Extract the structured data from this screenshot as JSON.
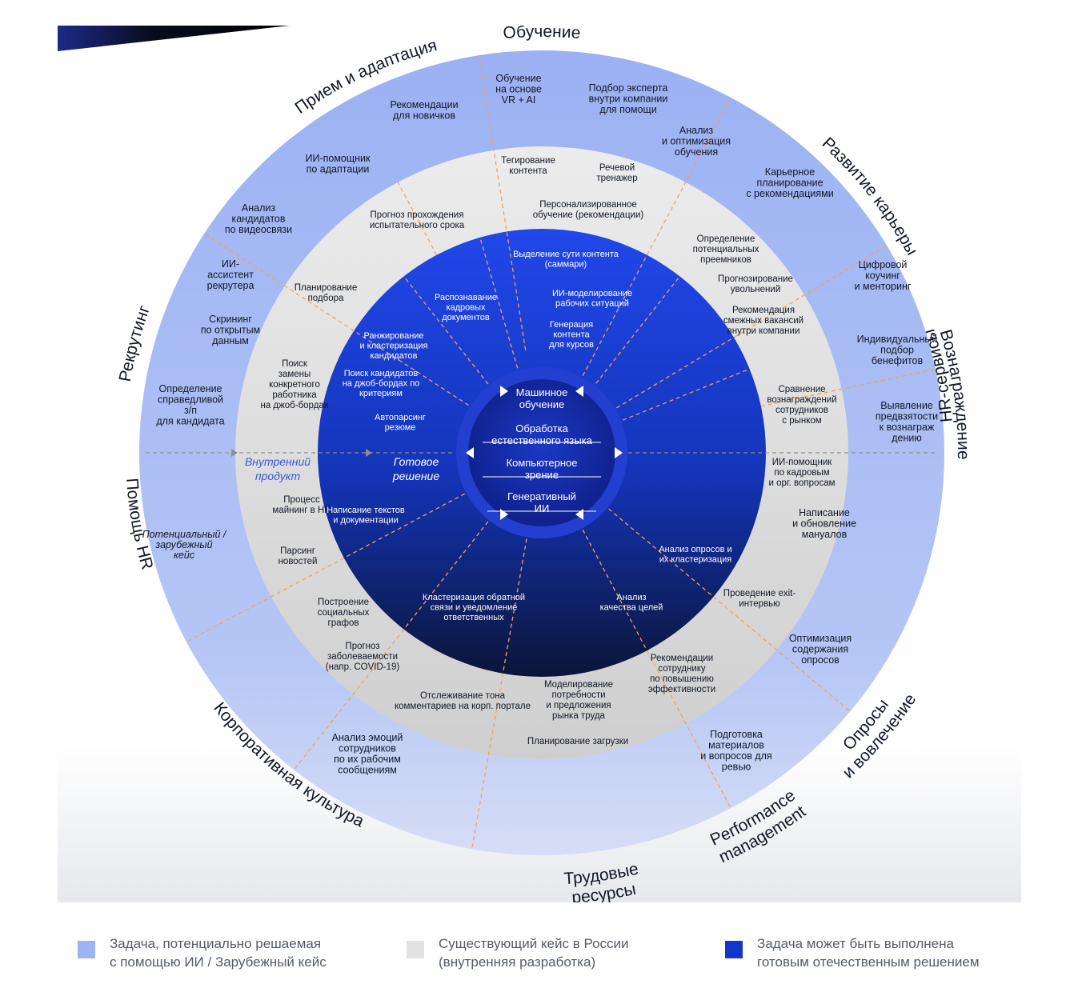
{
  "categories": [
    {
      "id": "obuchenie",
      "label": "Обучение"
    },
    {
      "id": "razvitie",
      "label": "Развитие карьеры"
    },
    {
      "id": "voznagrazhdenie",
      "label": "Вознаграждение"
    },
    {
      "id": "hrservisy",
      "label": "HR-сервисы"
    },
    {
      "id": "oprosy",
      "label": "Опросы\nи вовлечение"
    },
    {
      "id": "performance",
      "label": "Performance\nmanagement"
    },
    {
      "id": "trudovye",
      "label": "Трудовые\nресурсы"
    },
    {
      "id": "korporativnaya",
      "label": "Корпоративная культура"
    },
    {
      "id": "pomosch",
      "label": "Помощь HR"
    },
    {
      "id": "rekruting",
      "label": "Рекрутинг"
    },
    {
      "id": "priem",
      "label": "Прием и адаптация"
    }
  ],
  "core": {
    "items": [
      "Машинное\nобучение",
      "Обработка\nестественного языка",
      "Компьютерное\nзрение",
      "Генеративный\nИИ"
    ]
  },
  "ring_labels": {
    "internal_product": "Внутренний\nпродукт",
    "ready_solution": "Готовое\nрешение",
    "foreign_case": "Потенциальный /\nзарубежный\nкейс"
  },
  "outer_items": [
    {
      "id": "vr",
      "text": "Обучение\nна основе\nVR + AI"
    },
    {
      "id": "expert",
      "text": "Подбор эксперта\nвнутри компании\nдля помощи"
    },
    {
      "id": "analysis-learning",
      "text": "Анализ\nи оптимизация\nобучения"
    },
    {
      "id": "career-planning",
      "text": "Карьерное\nпланирование\nс рекомендациями"
    },
    {
      "id": "coaching",
      "text": "Цифровой\nкоучинг\nи менторинг"
    },
    {
      "id": "benefits",
      "text": "Индивидуальный\nподбор\nбенефитов"
    },
    {
      "id": "bias",
      "text": "Выявление\nпредвзятости\nк вознаграж\nдению"
    },
    {
      "id": "manuals",
      "text": "Написание\nи обновление\nмануалов"
    },
    {
      "id": "survey-opt",
      "text": "Оптимизация\nсодержания\nопросов"
    },
    {
      "id": "review",
      "text": "Подготовка\nматериалов\nи вопросов для\nревью"
    },
    {
      "id": "emotions",
      "text": "Анализ эмоций\nсотрудников\nпо их рабочим\nсообщениям"
    },
    {
      "id": "salary",
      "text": "Определение\nсправедливой\nз/п\nдля кандидата"
    },
    {
      "id": "screening",
      "text": "Скрининг\nпо открытым\nданным"
    },
    {
      "id": "assistant",
      "text": "ИИ-\nассистент\nрекрутера"
    },
    {
      "id": "video",
      "text": "Анализ\nкандидатов\nпо видеосвязи"
    },
    {
      "id": "adapt-helper",
      "text": "ИИ-помощник\nпо адаптации"
    },
    {
      "id": "newbies",
      "text": "Рекомендации\nдля новичков"
    }
  ],
  "middle_items": [
    {
      "id": "tagging",
      "text": "Тегирование\nконтента"
    },
    {
      "id": "speech",
      "text": "Речевой\nтренажер"
    },
    {
      "id": "personal",
      "text": "Персонализированное\nобучение (рекомендации)"
    },
    {
      "id": "probation",
      "text": "Прогноз прохождения\nиспытательного срока"
    },
    {
      "id": "successors",
      "text": "Определение\nпотенциальных\nпреемников"
    },
    {
      "id": "dismissal",
      "text": "Прогнозирование\nувольнений"
    },
    {
      "id": "vacancies",
      "text": "Рекомендация\nсмежных вакансий\nвнутри компании"
    },
    {
      "id": "hiring-plan",
      "text": "Планирование\nподбора"
    },
    {
      "id": "replacement",
      "text": "Поиск\nзамены\nконкретного\nработника\nна джоб-бордах"
    },
    {
      "id": "compare",
      "text": "Сравнение\nвознаграждений\nсотрудников\nс рынком"
    },
    {
      "id": "hr-helper",
      "text": "ИИ-помощник\nпо кадровым\nи орг. вопросам"
    },
    {
      "id": "mining",
      "text": "Процесс\nмайнинг в HR"
    },
    {
      "id": "news",
      "text": "Парсинг\nновостей"
    },
    {
      "id": "social",
      "text": "Построение\nсоциальных\nграфов"
    },
    {
      "id": "covid",
      "text": "Прогноз\nзаболеваемости\n(напр. COVID-19)"
    },
    {
      "id": "exit",
      "text": "Проведение exit-\nинтервью"
    },
    {
      "id": "tone",
      "text": "Отслеживание тона\nкомментариев на корп. портале"
    },
    {
      "id": "modeling",
      "text": "Моделирование\nпотребности\nи предложения\nрынка труда"
    },
    {
      "id": "efficiency",
      "text": "Рекомендации\nсотруднику\nпо повышению\nэффективности"
    },
    {
      "id": "workload",
      "text": "Планирование загрузки"
    }
  ],
  "inner_items": [
    {
      "id": "summary",
      "text": "Выделение сути контента\n(саммари)"
    },
    {
      "id": "situations",
      "text": "ИИ-моделирование\nрабочих ситуаций"
    },
    {
      "id": "content-gen",
      "text": "Генерация\nконтента\nдля курсов"
    },
    {
      "id": "docs",
      "text": "Распознавание\nкадровых\nдокументов"
    },
    {
      "id": "ranking",
      "text": "Ранжирование\nи кластеризация\nкандидатов"
    },
    {
      "id": "job-search",
      "text": "Поиск кандидатов\nна джоб-бордах по\nкритериям"
    },
    {
      "id": "autoparse",
      "text": "Автопарсинг\nрезюме"
    },
    {
      "id": "texts",
      "text": "Написание текстов\nи документации"
    },
    {
      "id": "survey-cluster",
      "text": "Анализ опросов и\nих кластеризация"
    },
    {
      "id": "feedback",
      "text": "Кластеризация обратной\nсвязи и уведомление\nответственных"
    },
    {
      "id": "goals",
      "text": "Анализ\nкачества целей"
    }
  ],
  "legend": [
    {
      "label": "Задача, потенциально решаемая\nс помощью ИИ / Зарубежный кейс",
      "color": "#9db3f2"
    },
    {
      "label": "Существующий кейс в России\n(внутренняя разработка)",
      "color": "#e2e2e2"
    },
    {
      "label": "Задача может быть выполнена\nготовым отечественным решением",
      "color": "#1535c9"
    }
  ],
  "colors": {
    "outer_ring": "#9db3f2",
    "middle_ring": "#e4e4e4",
    "inner_disc_top": "#1f45e8",
    "inner_disc_bottom": "#0b1440",
    "divider": "#f2a055",
    "arrow": "#8a8a8a",
    "internal_label": "#3b57d9"
  }
}
